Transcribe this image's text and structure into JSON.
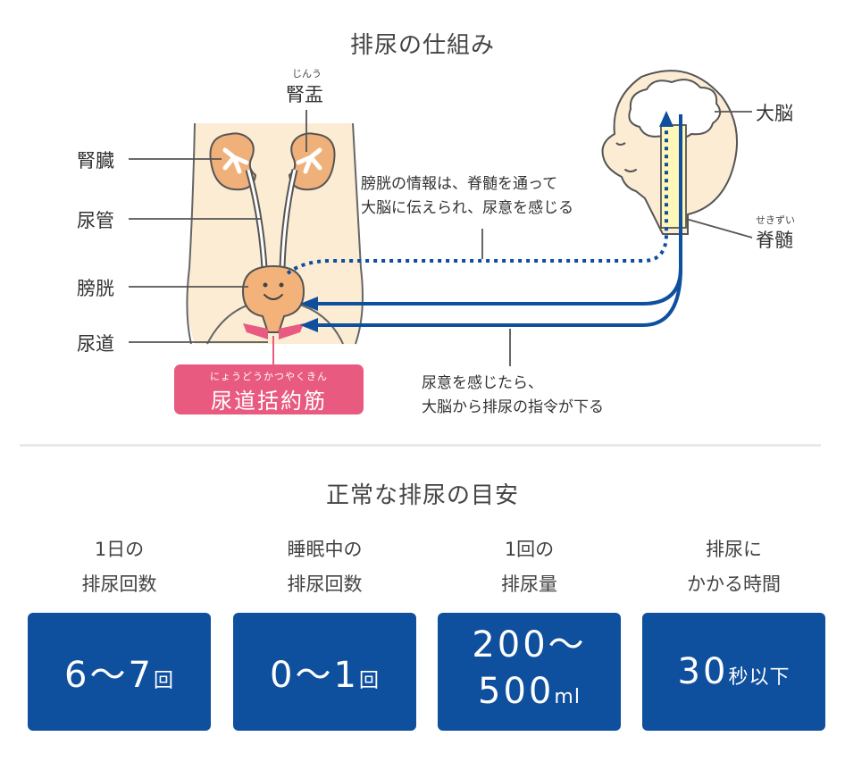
{
  "diagram": {
    "title": "排尿の仕組み",
    "labels": {
      "kidney": "腎臓",
      "ureter": "尿管",
      "bladder": "膀胱",
      "urethra": "尿道",
      "renal_pelvis": "腎盂",
      "renal_pelvis_ruby": "じんう",
      "cerebrum": "大脳",
      "spinal_cord": "脊髄",
      "spinal_cord_ruby": "せきずい"
    },
    "sphincter": {
      "ruby": "にょうどうかつやくきん",
      "label": "尿道括約筋"
    },
    "notes": {
      "upward_line1": "膀胱の情報は、脊髄を通って",
      "upward_line2": "大脳に伝えられ、尿意を感じる",
      "downward_line1": "尿意を感じたら、",
      "downward_line2": "大脳から排尿の指令が下る"
    },
    "colors": {
      "body": "#fbecd3",
      "outline": "#555555",
      "kidney": "#f0b07a",
      "bladder": "#f3b27a",
      "sphincter": "#e85a7f",
      "nerve": "#0e4f9e",
      "spine": "#fff7b8"
    }
  },
  "stats": {
    "title": "正常な排尿の目安",
    "card_color": "#0e4f9e",
    "items": [
      {
        "head1": "1日の",
        "head2": "排尿回数",
        "value": "6～7",
        "unit": "回"
      },
      {
        "head1": "睡眠中の",
        "head2": "排尿回数",
        "value": "0～1",
        "unit": "回"
      },
      {
        "head1": "1回の",
        "head2": "排尿量",
        "value1": "200～",
        "value2": "500",
        "unit": "ml"
      },
      {
        "head1": "排尿に",
        "head2": "かかる時間",
        "value": "30",
        "unit": "秒以下"
      }
    ]
  }
}
